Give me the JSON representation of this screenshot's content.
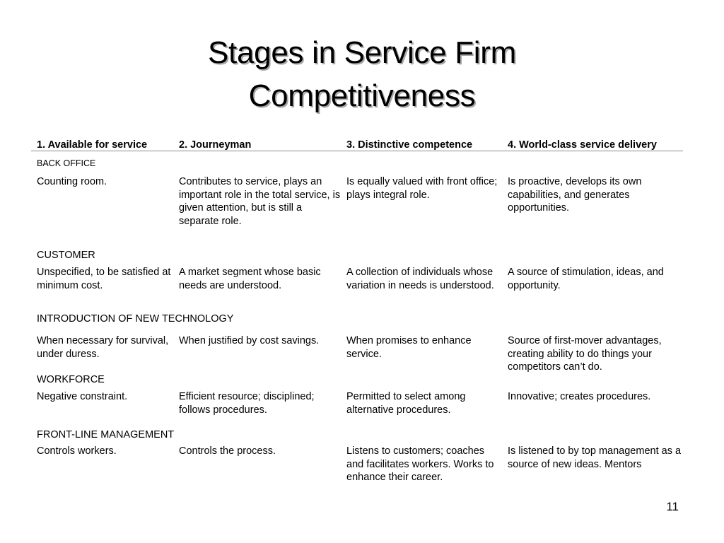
{
  "title": {
    "line1": "Stages in Service Firm",
    "line2": "Competitiveness"
  },
  "columns": [
    "1. Available for service",
    "2. Journeyman",
    "3. Distinctive competence",
    "4. World-class service delivery"
  ],
  "sections": [
    {
      "label": "BACK OFFICE",
      "cells": [
        "Counting room.",
        "Contributes to service, plays an important role in the total service, is given attention, but is still a separate role.",
        "Is equally valued with front office; plays integral role.",
        "Is proactive, develops its own capabilities, and generates opportunities."
      ]
    },
    {
      "label": "CUSTOMER",
      "cells": [
        "Unspecified, to be satisfied at minimum cost.",
        "A market segment whose basic needs are understood.",
        "A collection of individuals whose variation in needs is understood.",
        "A source of stimulation, ideas, and opportunity."
      ]
    },
    {
      "label": "INTRODUCTION OF NEW TECHNOLOGY",
      "cells": [
        "When necessary for survival, under duress.",
        "When justified by cost savings.",
        "When promises to enhance service.",
        "Source of first-mover advantages, creating ability to do things your competitors can’t do."
      ]
    },
    {
      "label": "WORKFORCE",
      "cells": [
        "Negative constraint.",
        "Efficient resource; disciplined; follows procedures.",
        "Permitted to select among alternative procedures.",
        "Innovative; creates procedures."
      ]
    },
    {
      "label": "FRONT-LINE MANAGEMENT",
      "cells": [
        "Controls workers.",
        "Controls the process.",
        "Listens to customers; coaches and facilitates workers.  Works to enhance their career.",
        "Is listened to by top management as a source of new ideas.  Mentors"
      ]
    }
  ],
  "page_number": "11"
}
